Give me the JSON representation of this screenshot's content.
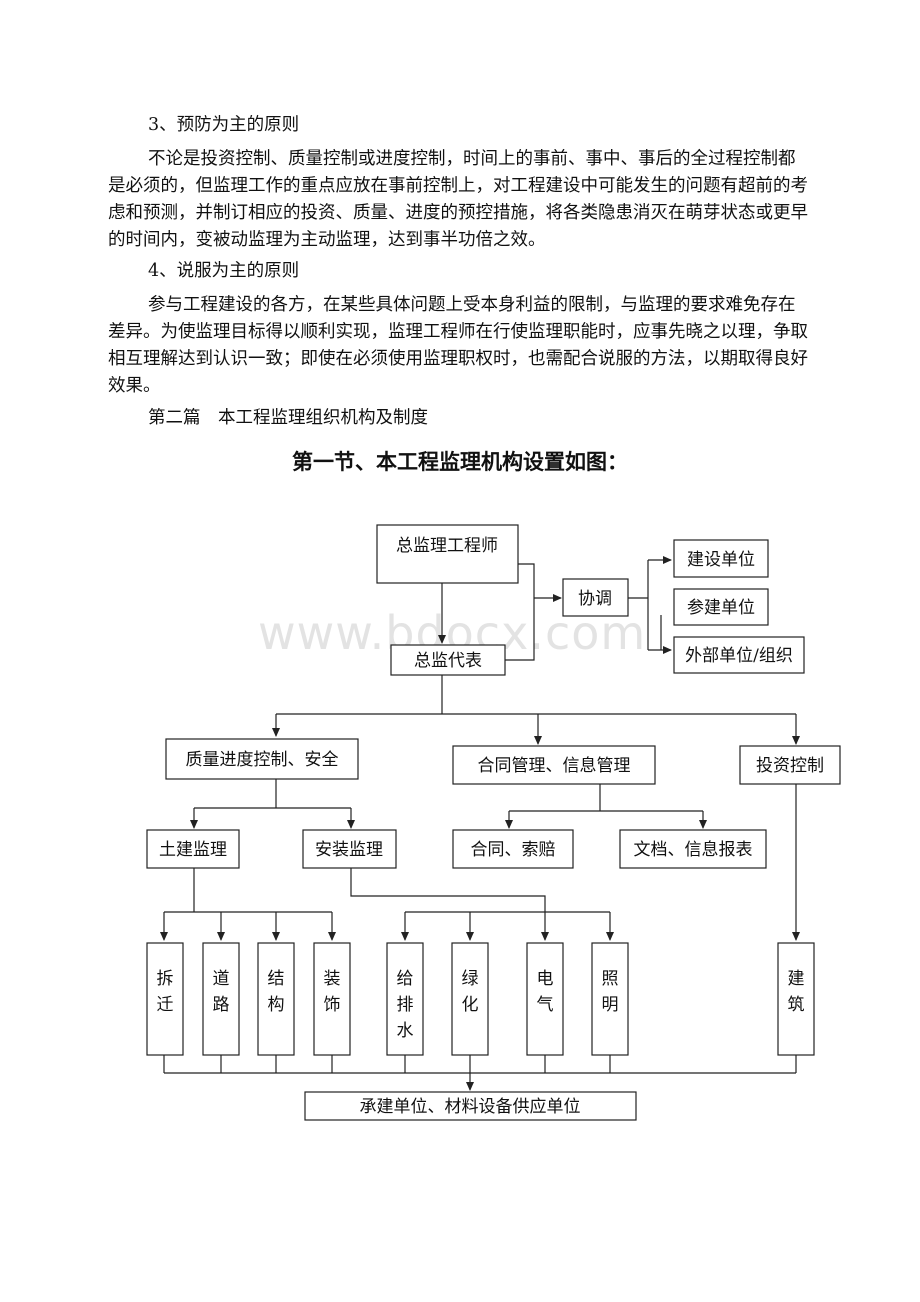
{
  "paragraphs": [
    "3、预防为主的原则",
    "不论是投资控制、质量控制或进度控制，时间上的事前、事中、事后的全过程控制都是必须的，但监理工作的重点应放在事前控制上，对工程建设中可能发生的问题有超前的考虑和预测，并制订相应的投资、质量、进度的预控措施，将各类隐患消灭在萌芽状态或更早的时间内，变被动监理为主动监理，达到事半功倍之效。",
    "4、说服为主的原则",
    "参与工程建设的各方，在某些具体问题上受本身利益的限制，与监理的要求难免存在差异。为使监理目标得以顺利实现，监理工程师在行使监理职能时，应事先晓之以理，争取相互理解达到认识一致；即使在必须使用监理职权时，也需配合说服的方法，以期取得良好效果。",
    "第二篇　本工程监理组织机构及制度"
  ],
  "section_title": "第一节、本工程监理机构设置如图：",
  "watermark": "www.bdocx.com",
  "org_chart": {
    "chief": "总监理工程师",
    "coordinate": "协调",
    "owner": "建设单位",
    "participant": "参建单位",
    "external": "外部单位/组织",
    "deputy": "总监代表",
    "quality": "质量进度控制、安全",
    "contract_info": "合同管理、信息管理",
    "investment": "投资控制",
    "civil": "土建监理",
    "install": "安装监理",
    "contract_claim": "合同、索赔",
    "documents": "文档、信息报表",
    "v_boxes": [
      [
        "拆",
        "迁"
      ],
      [
        "道",
        "路"
      ],
      [
        "结",
        "构"
      ],
      [
        "装",
        "饰"
      ],
      [
        "给",
        "排",
        "水"
      ],
      [
        "绿",
        "化"
      ],
      [
        "电",
        "气"
      ],
      [
        "照",
        "明"
      ],
      [
        "建",
        "筑"
      ]
    ],
    "contractor": "承建单位、材料设备供应单位"
  }
}
